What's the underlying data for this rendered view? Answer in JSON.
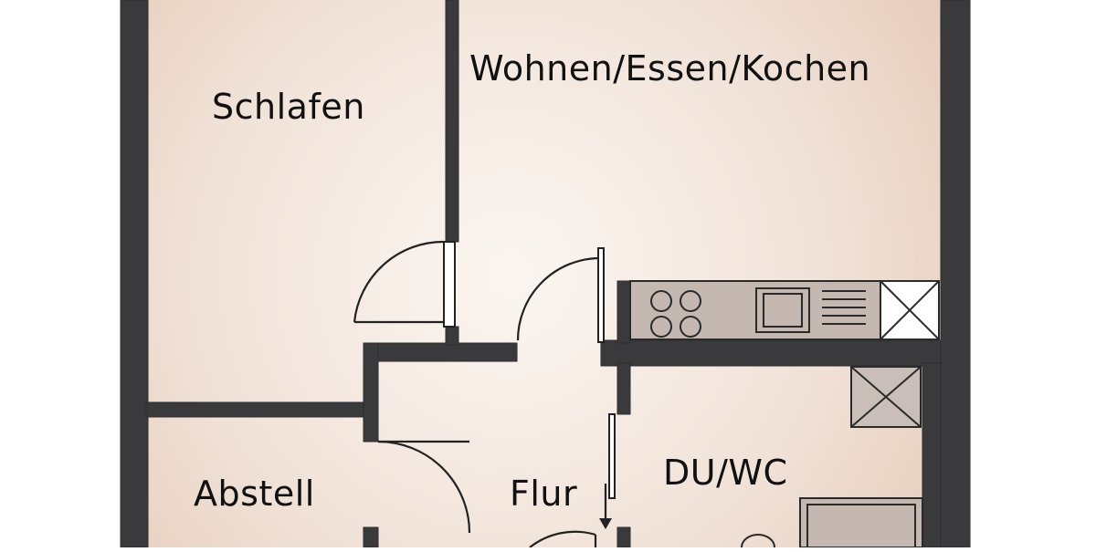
{
  "plan": {
    "rooms": {
      "schlafen": "Schlafen",
      "wohnen": "Wohnen/Essen/Kochen",
      "abstell": "Abstell",
      "flur": "Flur",
      "du_wc": "DU/WC"
    },
    "colors": {
      "floor_light": "#f8f1ec",
      "floor_warm": "#e9d2c3",
      "wall": "#3a3a3c",
      "fixture": "#c4b8b1"
    }
  }
}
